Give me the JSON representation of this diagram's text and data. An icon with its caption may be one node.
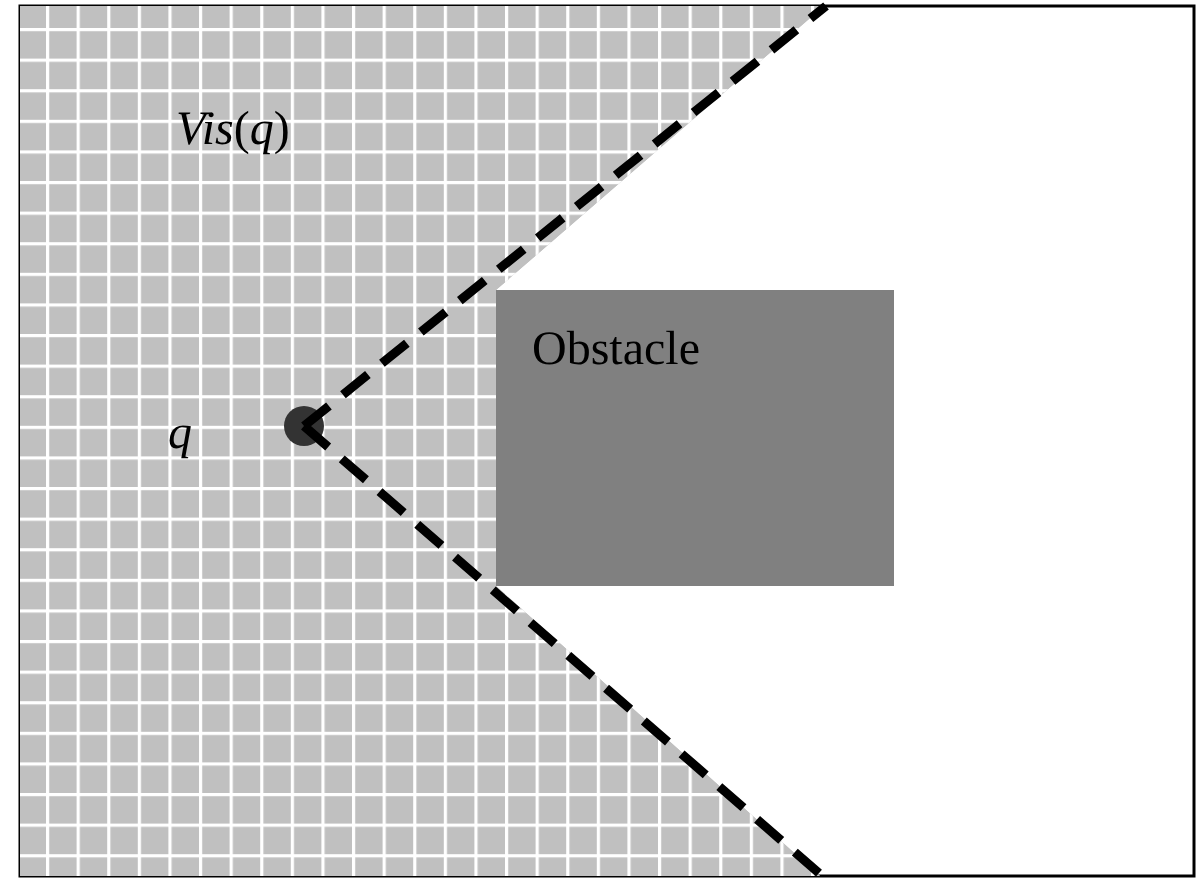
{
  "diagram": {
    "nodes": [
      {
        "text": [
          "*Vis*(*q*)"
        ]
      },
      {
        "text": [],
        "shape": "circle",
        "beside": [
          "q"
        ],
        "in": 0
      },
      {
        "text": [
          "Obstacle"
        ]
      }
    ]
  }
}
